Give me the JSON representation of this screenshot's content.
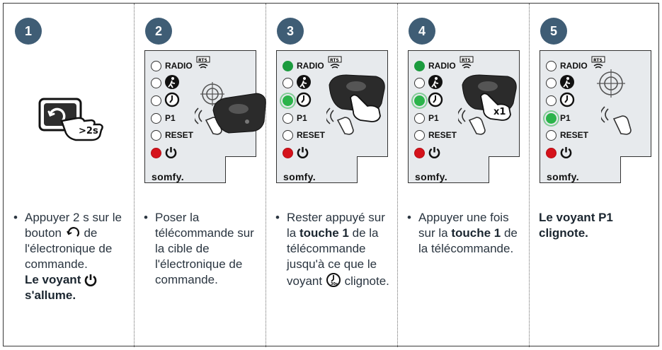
{
  "steps": [
    {
      "number": "1",
      "text_a": "Appuyer 2 s sur le bouton",
      "text_b": "de l'électronique de commande.",
      "strong_a": "Le voyant",
      "strong_b": "s'allume.",
      "button_hint": ">2s"
    },
    {
      "number": "2",
      "text": "Poser la télécommande sur la cible de l'électronique de commande."
    },
    {
      "number": "3",
      "text_a": "Rester appuyé sur la",
      "strong": "touche 1",
      "text_b": "de la télécommande jusqu'à ce que le voyant",
      "text_c": "clignote.",
      "icon_sub": "30s"
    },
    {
      "number": "4",
      "text_a": "Appuyer une fois sur la",
      "strong": "touche 1",
      "text_b": "de la télécommande.",
      "press_count": "x1"
    },
    {
      "number": "5",
      "strong": "Le voyant P1 clignote."
    }
  ],
  "panel": {
    "labels": {
      "radio": "RADIO",
      "p1": "P1",
      "reset": "RESET",
      "rts": "RTS"
    },
    "brand": "somfy."
  },
  "colors": {
    "badge": "#3f5d75",
    "led_green": "#1b9b3e",
    "led_red": "#d5121b",
    "panel_bg": "#e7eaed"
  },
  "icons": [
    "power-icon",
    "pedestrian-icon",
    "clock-icon",
    "target-icon",
    "remote-icon",
    "radio-waves-icon",
    "hand-icon"
  ]
}
